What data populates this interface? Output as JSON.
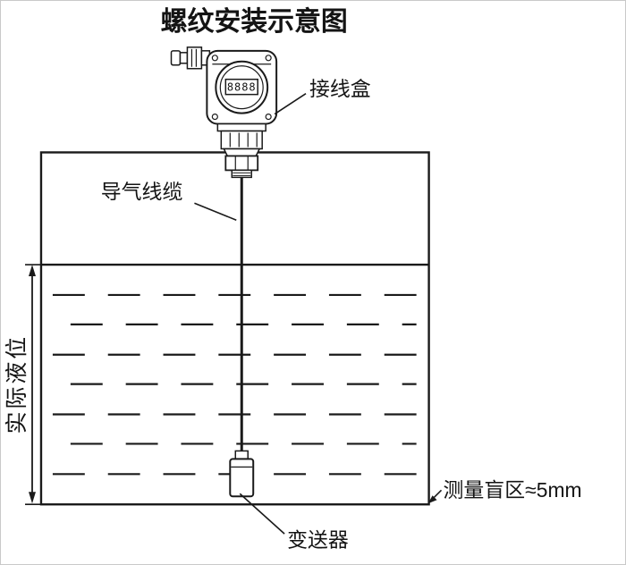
{
  "title": "螺纹安装示意图",
  "labels": {
    "junction_box": "接线盒",
    "air_cable": "导气线缆",
    "actual_level": "实际液位",
    "blind_zone": "测量盲区≈5mm",
    "transmitter": "变送器"
  },
  "display_digits": "8888",
  "colors": {
    "line": "#1a1a1a",
    "background": "#ffffff"
  }
}
